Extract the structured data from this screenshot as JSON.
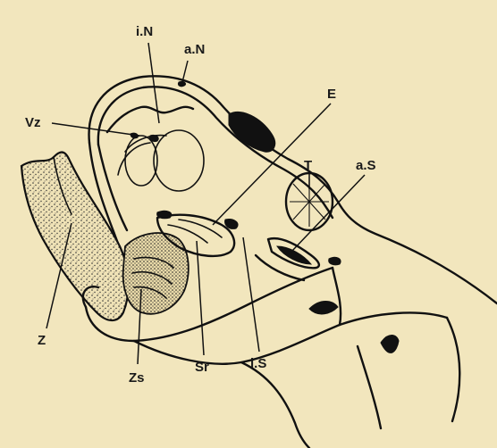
{
  "labels": {
    "iN": "i.N",
    "aN": "a.N",
    "Vz": "Vz",
    "E": "E",
    "T": "T",
    "aS": "a.S",
    "Z": "Z",
    "Zs": "Zs",
    "Sr": "Sr",
    "iS": "i.S"
  }
}
